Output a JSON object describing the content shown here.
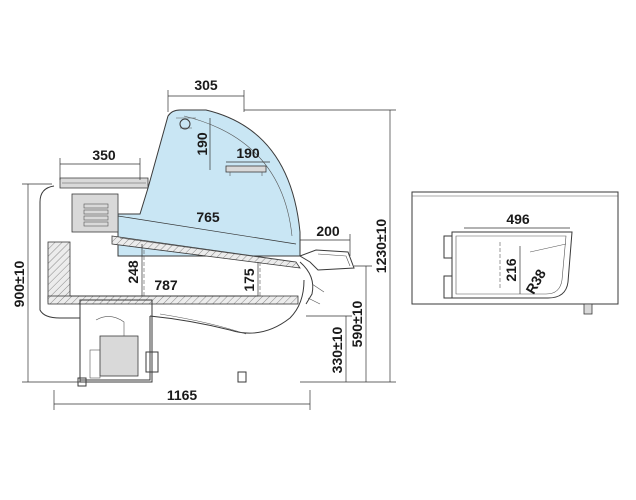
{
  "dimensions": {
    "top_width": "305",
    "lamp_height": "190",
    "shelf_width": "190",
    "counter_depth": "350",
    "glass_depth": "765",
    "tray_depth": "200",
    "overall_height": "1230±10",
    "body_height": "900±10",
    "inner_height": "248",
    "deck_depth": "787",
    "deck_height": "175",
    "counter_height": "590±10",
    "base_height": "330±10",
    "overall_width": "1165",
    "side_width": "496",
    "side_height": "216",
    "radius": "R38"
  }
}
